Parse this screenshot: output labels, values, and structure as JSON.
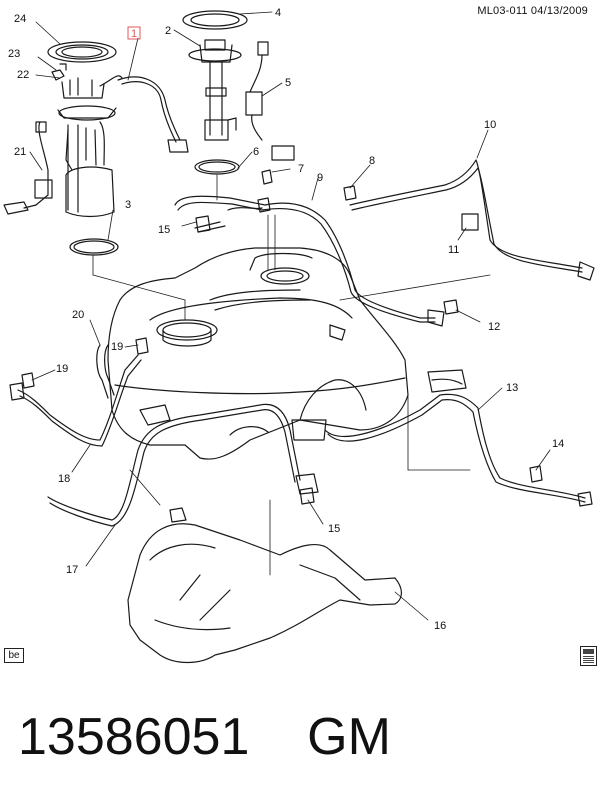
{
  "diagram_code": "ML03-011  04/13/2009",
  "part_number_line": "13586051    GM",
  "badge": "be",
  "highlight_color": "#e05a5a",
  "callouts": [
    {
      "id": "c1",
      "label": "1",
      "boxed": true
    },
    {
      "id": "c2",
      "label": "2"
    },
    {
      "id": "c3",
      "label": "3"
    },
    {
      "id": "c4",
      "label": "4"
    },
    {
      "id": "c5",
      "label": "5"
    },
    {
      "id": "c6",
      "label": "6"
    },
    {
      "id": "c7",
      "label": "7"
    },
    {
      "id": "c8",
      "label": "8"
    },
    {
      "id": "c9",
      "label": "9"
    },
    {
      "id": "c10",
      "label": "10"
    },
    {
      "id": "c11",
      "label": "11"
    },
    {
      "id": "c12",
      "label": "12"
    },
    {
      "id": "c13",
      "label": "13"
    },
    {
      "id": "c14",
      "label": "14"
    },
    {
      "id": "c15a",
      "label": "15"
    },
    {
      "id": "c15b",
      "label": "15"
    },
    {
      "id": "c16",
      "label": "16"
    },
    {
      "id": "c17",
      "label": "17"
    },
    {
      "id": "c18",
      "label": "18"
    },
    {
      "id": "c19a",
      "label": "19"
    },
    {
      "id": "c19b",
      "label": "19"
    },
    {
      "id": "c20",
      "label": "20"
    },
    {
      "id": "c21",
      "label": "21"
    },
    {
      "id": "c22",
      "label": "22"
    },
    {
      "id": "c23",
      "label": "23"
    },
    {
      "id": "c24",
      "label": "24"
    }
  ]
}
